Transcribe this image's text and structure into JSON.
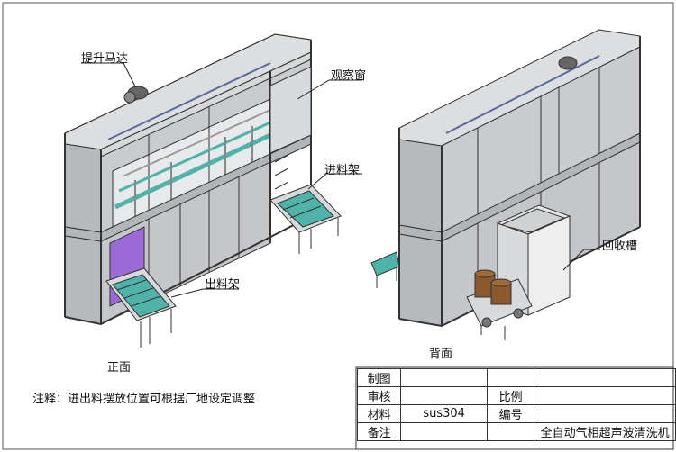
{
  "callouts": {
    "lift_motor": "提升马达",
    "observation_window": "观察窗",
    "infeed_rack": "进料架",
    "outfeed_rack": "出料架",
    "recovery_tank": "回收槽"
  },
  "views": {
    "front": "正面",
    "back": "背面"
  },
  "note": "注释：进出料摆放位置可根据厂地设定调整",
  "title_block": {
    "drawing_label": "制图",
    "drawing_value": "",
    "review_label": "审核",
    "review_value": "",
    "scale_label": "比例",
    "scale_value": "",
    "material_label": "材料",
    "material_value": "sus304",
    "number_label": "编号",
    "number_value": "",
    "remark_label": "备注",
    "remark_value": "",
    "product_name": "全自动气相超声波清洗机"
  },
  "colors": {
    "frame": "#8c9196",
    "panel": "#c7c9cc",
    "panel_dark": "#b0b3b6",
    "conveyor": "#4fb3a9",
    "purple": "#9b6ad6",
    "barrel": "#8a5a2e"
  }
}
